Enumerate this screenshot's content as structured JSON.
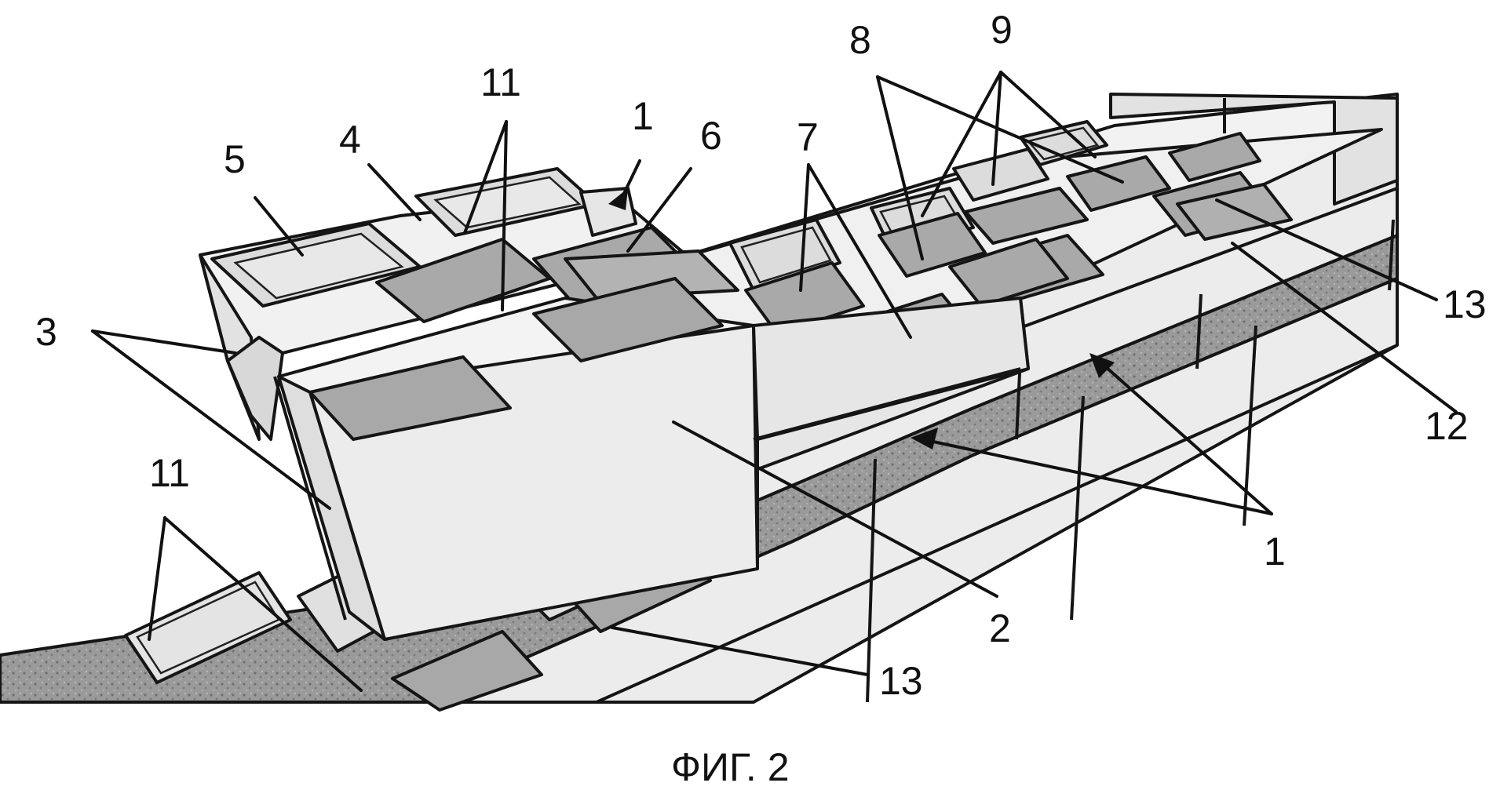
{
  "figure": {
    "caption": "ФИГ. 2",
    "labels": {
      "l1_top": "1",
      "l1_right": "1",
      "l2": "2",
      "l3": "3",
      "l4": "4",
      "l5": "5",
      "l6": "6",
      "l7": "7",
      "l8": "8",
      "l9": "9",
      "l11_top": "11",
      "l11_bottom": "11",
      "l12": "12",
      "l13_right": "13",
      "l13_bottom": "13"
    }
  },
  "colors": {
    "block_face": "#e8e8e8",
    "block_top": "#f0f0f0",
    "plate": "#a9a9a9",
    "mortar": "#8f8f8f",
    "ink": "#151515"
  }
}
